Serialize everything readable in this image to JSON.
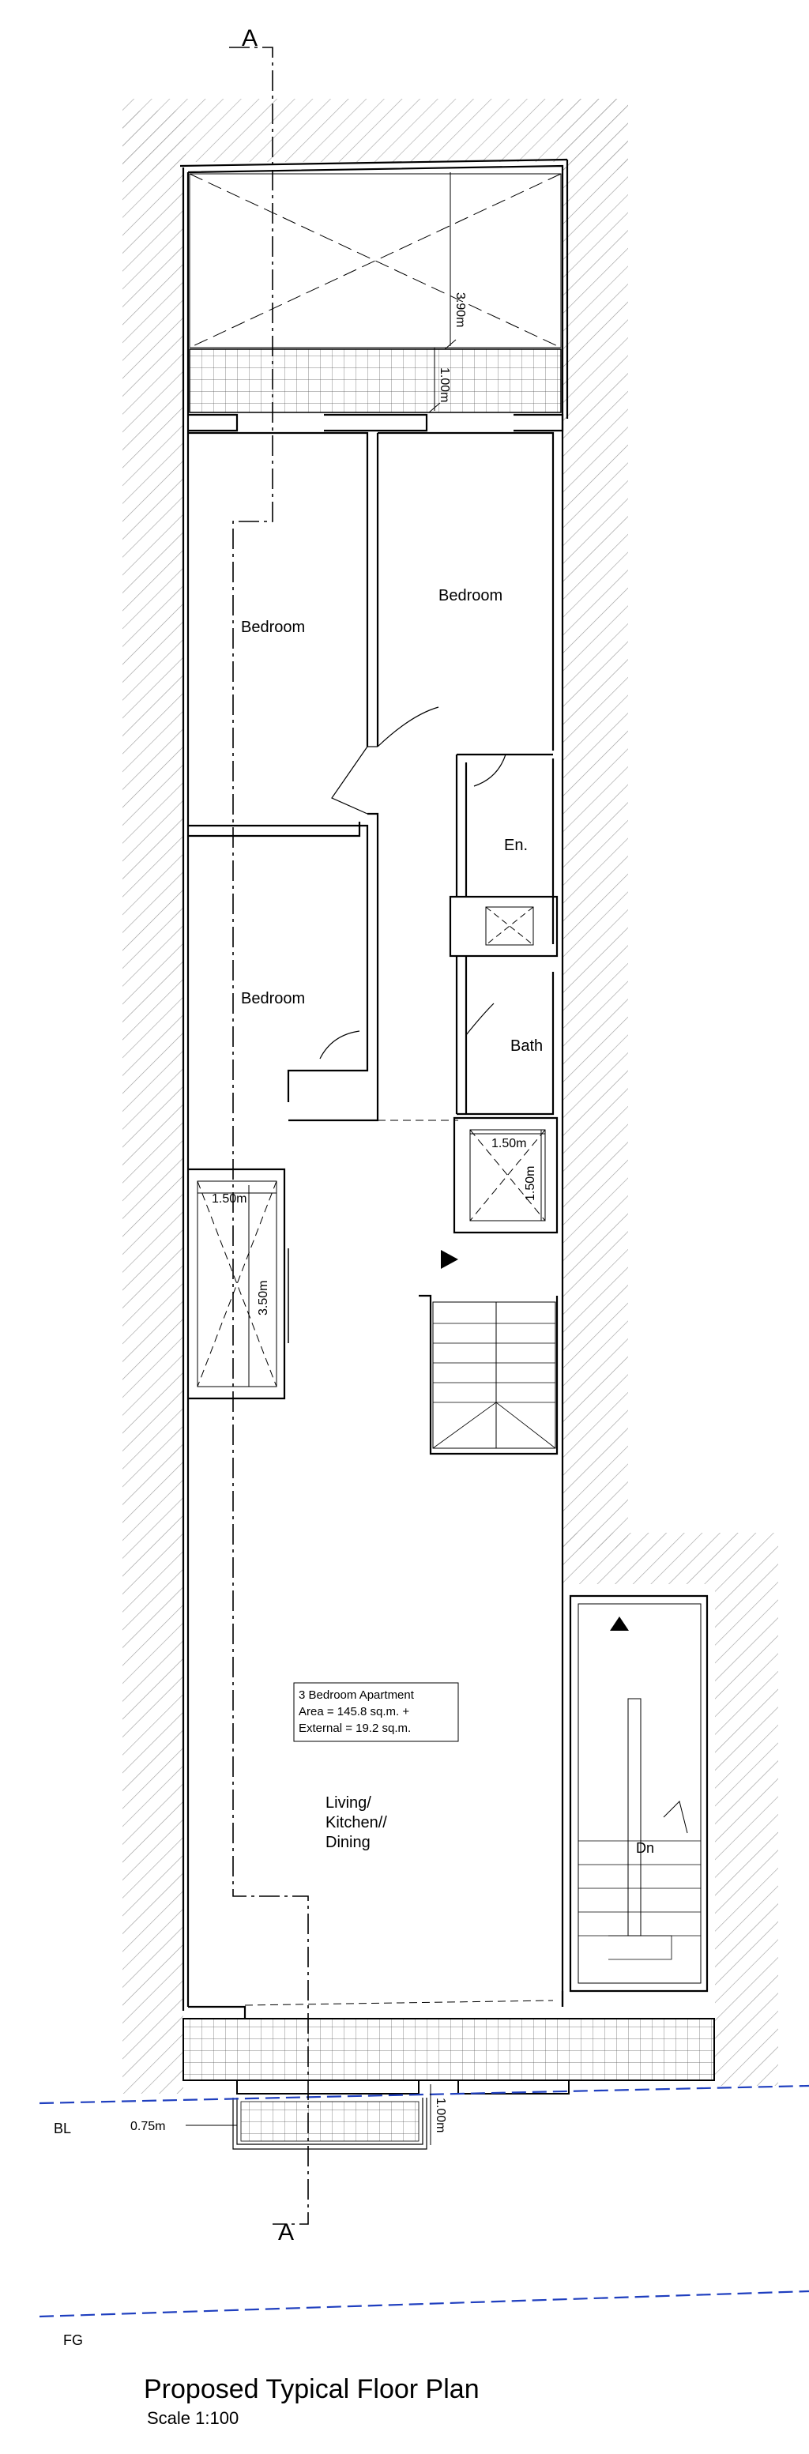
{
  "section_marker": "A",
  "rooms": {
    "bedroom_1": "Bedroom",
    "bedroom_2": "Bedroom",
    "bedroom_3": "Bedroom",
    "ensuite": "En.",
    "bath": "Bath",
    "living_line1": "Living/",
    "living_line2": "Kitchen//",
    "living_line3": "Dining",
    "stair_dn": "Dn"
  },
  "dimensions": {
    "rear_terrace_depth": "3.90m",
    "rear_balcony_depth": "1.00m",
    "shaft_width": "1.50m",
    "shaft_depth": "1.50m",
    "lightwell_width": "1.50m",
    "lightwell_depth": "3.50m",
    "front_setback": "0.75m",
    "front_balcony_depth": "1.00m"
  },
  "apartment_info": {
    "line1": "3 Bedroom Apartment",
    "line2": "Area = 145.8 sq.m. +",
    "line3": "External = 19.2 sq.m."
  },
  "levels": {
    "building_line": "BL",
    "finished_ground": "FG"
  },
  "drawing": {
    "title": "Proposed Typical Floor Plan",
    "scale": "Scale 1:100"
  },
  "colors": {
    "line": "#000000",
    "hatch": "#9a9a9a",
    "level_line": "#1f3fbf"
  }
}
